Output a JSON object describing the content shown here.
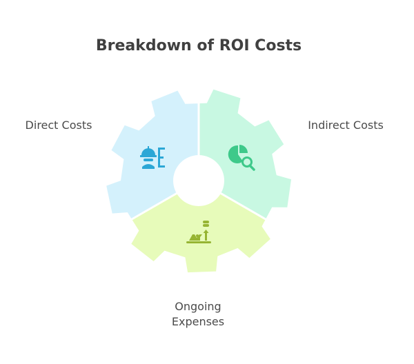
{
  "title": "Breakdown of ROI Costs",
  "segments": [
    {
      "label": "Direct Costs",
      "icon": "worker-icon",
      "fill": "#d4f1fc",
      "icon_color": "#2ba7d6"
    },
    {
      "label": "Indirect Costs",
      "icon": "pie-chart-magnifier-icon",
      "fill": "#c8f8e2",
      "icon_color": "#3ec98a"
    },
    {
      "label_lines": [
        "Ongoing",
        "Expenses"
      ],
      "icon": "growth-coins-icon",
      "fill": "#e7fbba",
      "icon_color": "#96b433"
    }
  ]
}
